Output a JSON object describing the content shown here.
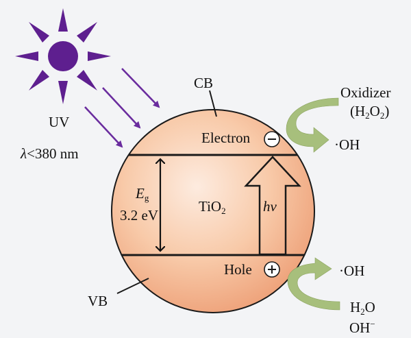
{
  "labels": {
    "uv": "UV",
    "wavelength_symbol": "λ",
    "wavelength_rest": "<380 nm",
    "cb": "CB",
    "vb": "VB",
    "electron": "Electron",
    "hole": "Hole",
    "electron_sign": "⊖",
    "hole_sign": "⊕",
    "eg_symbol": "E",
    "eg_sub": "g",
    "eg_value": "3.2 eV",
    "tio2_main": "TiO",
    "tio2_sub": "2",
    "hv": "hv",
    "oxidizer": "Oxidizer",
    "h2o2_a": "(H",
    "h2o2_sub1": "2",
    "h2o2_b": "O",
    "h2o2_sub2": "2",
    "h2o2_c": ")",
    "oh_top": "·OH",
    "oh_bottom": "·OH",
    "h2o_a": "H",
    "h2o_sub": "2",
    "h2o_b": "O",
    "oh_minus_a": "OH",
    "oh_minus_sup": "−"
  },
  "colors": {
    "background": "#f3f4f6",
    "sun": "#5e1f8f",
    "uv_arrows": "#6a2c9e",
    "sphere_light": "#fde6d6",
    "sphere_dark": "#f0a77b",
    "curved_arrows": "#a7bf7c",
    "outline": "#1a1a1a"
  },
  "icons": {
    "sun": "sun-icon",
    "uv_rays": "uv-ray-arrows",
    "excitation": "hollow-up-arrow",
    "bandgap": "double-headed-arrow",
    "oxidation_arrows": "curved-green-arrows"
  }
}
